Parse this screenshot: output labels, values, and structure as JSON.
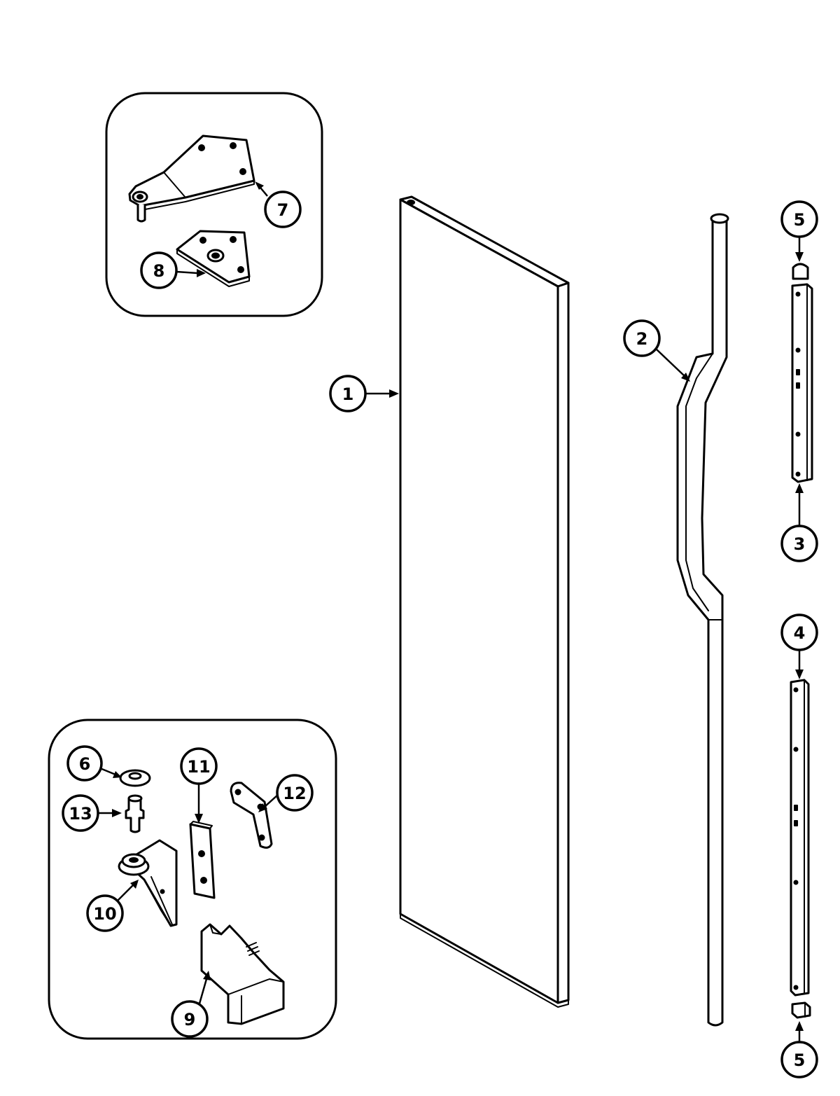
{
  "callouts": {
    "c1": "1",
    "c2": "2",
    "c3": "3",
    "c4": "4",
    "c5_top": "5",
    "c5_bottom": "5",
    "c6": "6",
    "c7": "7",
    "c8": "8",
    "c9": "9",
    "c10": "10",
    "c11": "11",
    "c12": "12",
    "c13": "13"
  }
}
